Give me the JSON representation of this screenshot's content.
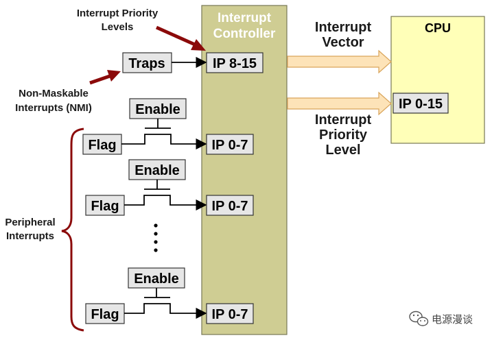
{
  "controller": {
    "title_line1": "Interrupt",
    "title_line2": "Controller"
  },
  "cpu": {
    "title": "CPU",
    "port_label": "IP 0-15"
  },
  "annotations": {
    "priority_levels_line1": "Interrupt Priority",
    "priority_levels_line2": "Levels",
    "nmi_line1": "Non-Maskable",
    "nmi_line2": "Interrupts (NMI)",
    "vector_line1": "Interrupt",
    "vector_line2": "Vector",
    "level_line1": "Interrupt",
    "level_line2": "Priority",
    "level_line3": "Level",
    "peripheral_line1": "Peripheral",
    "peripheral_line2": "Interrupts"
  },
  "traps": {
    "label": "Traps",
    "input_label": "IP 8-15"
  },
  "channels": [
    {
      "enable_label": "Enable",
      "flag_label": "Flag",
      "input_label": "IP 0-7"
    },
    {
      "enable_label": "Enable",
      "flag_label": "Flag",
      "input_label": "IP 0-7"
    },
    {
      "enable_label": "Enable",
      "flag_label": "Flag",
      "input_label": "IP 0-7"
    }
  ],
  "watermark": {
    "text": "电源漫谈",
    "icon": "wechat-icon"
  },
  "colors": {
    "controller_fill": "#cfcd93",
    "cpu_fill": "#ffffb8",
    "label_box_fill": "#e6e6e6",
    "annotation_arrow": "#8b0a0a",
    "bus_arrow_fill": "#fde3b8",
    "bus_arrow_stroke": "#d9a45a"
  }
}
